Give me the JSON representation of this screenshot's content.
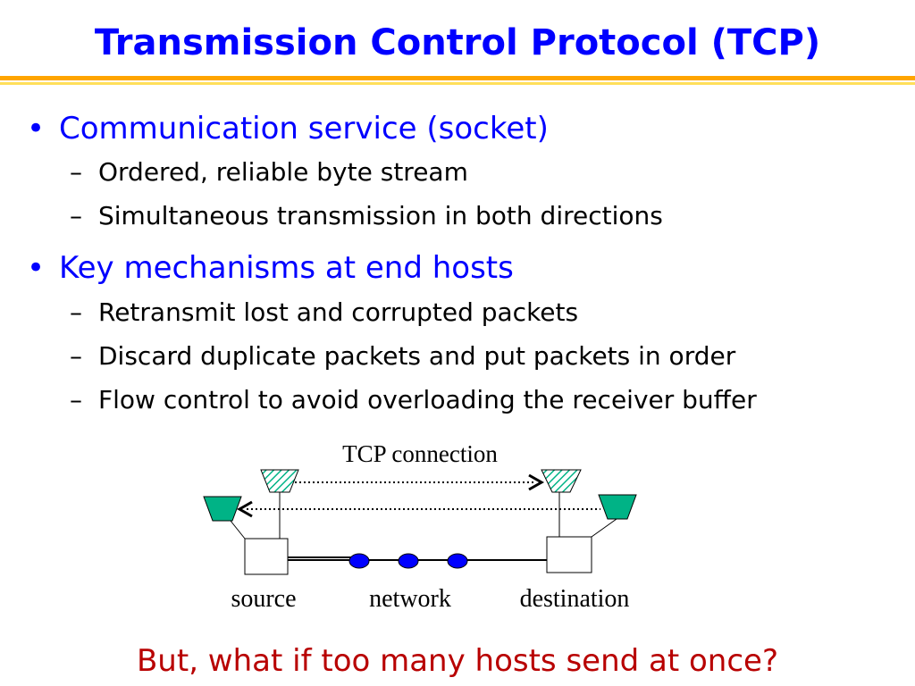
{
  "slide": {
    "title": "Transmission Control Protocol (TCP)",
    "bullets": [
      {
        "label": "Communication service (socket)",
        "subs": [
          "Ordered, reliable byte stream",
          "Simultaneous transmission in both directions"
        ]
      },
      {
        "label": "Key mechanisms at end hosts",
        "subs": [
          "Retransmit lost and corrupted packets",
          "Discard duplicate packets and put packets in order",
          "Flow control to avoid overloading the receiver buffer"
        ]
      }
    ],
    "bullet_glyph": "•",
    "sub_glyph": "–",
    "diagram": {
      "connection_label": "TCP connection",
      "source_label": "source",
      "network_label": "network",
      "destination_label": "destination"
    },
    "question": "But, what if too many hosts send at once?"
  },
  "colors": {
    "title": "#0000ff",
    "rule_orange": "#ffa500",
    "rule_yellow": "#ffdf5a",
    "bucket_green": "#00b386",
    "router_blue": "#0000ff",
    "question": "#b80000"
  }
}
